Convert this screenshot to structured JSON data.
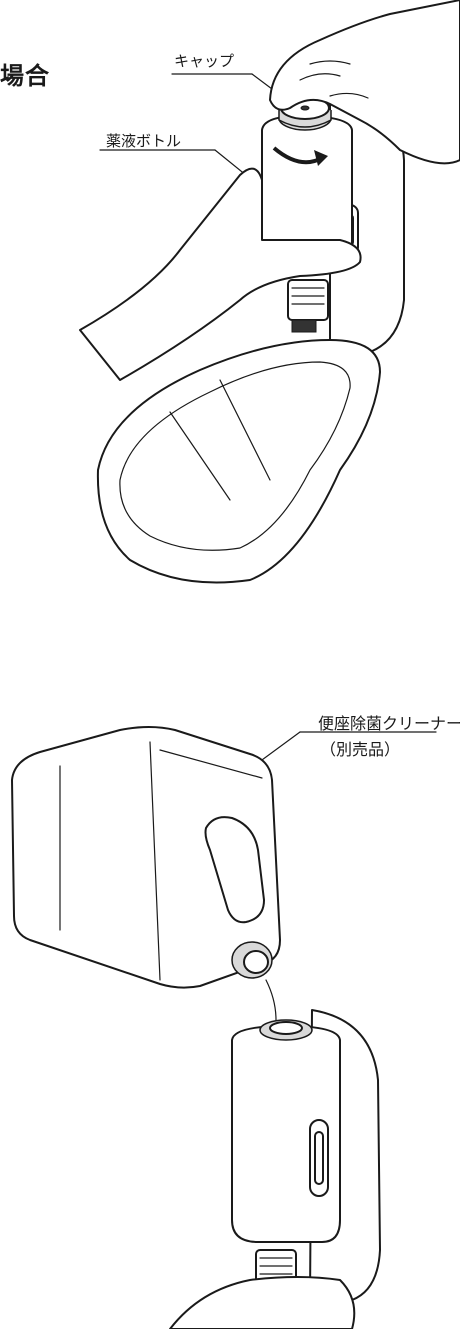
{
  "heading": {
    "text": "場合"
  },
  "figure1": {
    "cap_label": "キャップ",
    "bottle_label": "薬液ボトル"
  },
  "figure2": {
    "cleaner_label": "便座除菌クリーナー",
    "cleaner_note": "（別売品）"
  },
  "colors": {
    "line": "#1a1a1a",
    "arrow": "#1a1a1a",
    "fill": "#ffffff"
  }
}
